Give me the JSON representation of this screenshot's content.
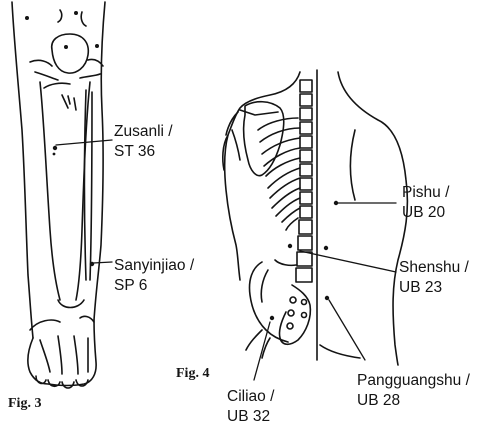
{
  "figures": {
    "fig3": {
      "caption": "Fig. 3"
    },
    "fig4": {
      "caption": "Fig. 4"
    }
  },
  "points": {
    "zusanli": {
      "line1": "Zusanli /",
      "line2": "ST 36"
    },
    "sanyinjiao": {
      "line1": "Sanyinjiao /",
      "line2": "SP 6"
    },
    "pishu": {
      "line1": "Pishu /",
      "line2": "UB 20"
    },
    "shenshu": {
      "line1": "Shenshu /",
      "line2": "UB 23"
    },
    "ciliao": {
      "line1": "Ciliao /",
      "line2": "UB 32"
    },
    "pangguangshu": {
      "line1": "Pangguangshu /",
      "line2": "UB 28"
    }
  },
  "colors": {
    "ink": "#141414",
    "background": "#ffffff"
  }
}
